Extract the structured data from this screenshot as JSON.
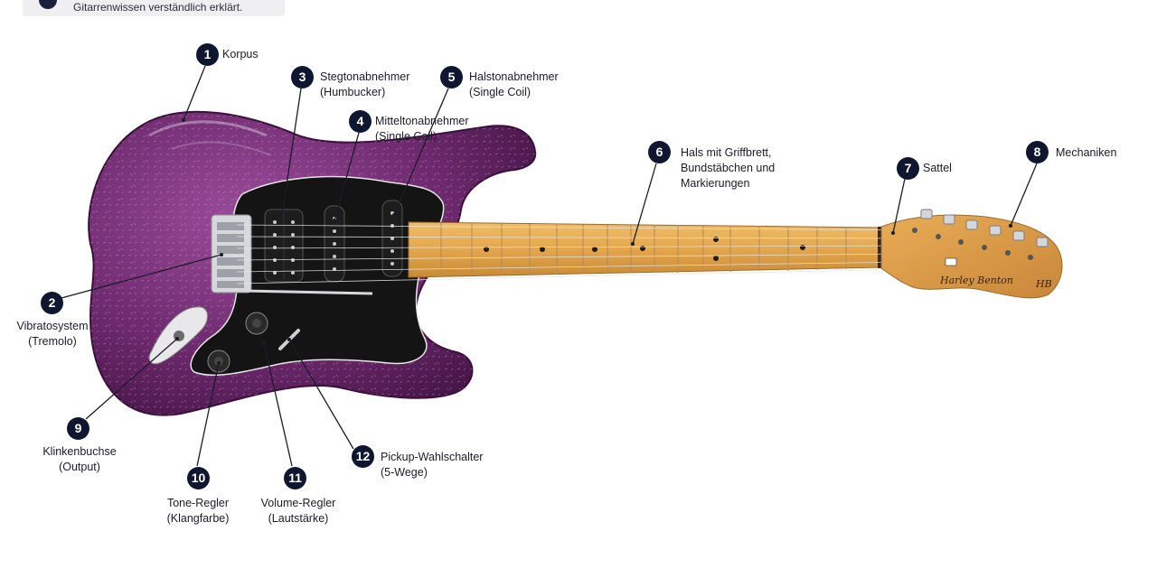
{
  "header": {
    "tagline": "Gitarrenwissen verständlich erklärt."
  },
  "guitar": {
    "headstock_logo": "Harley Benton",
    "headstock_monogram": "HB",
    "body_color": "#6e2a6e",
    "neck_color": "#e3a64d",
    "badge_color": "#0f1630"
  },
  "callouts": [
    {
      "number": "1",
      "line1": "Korpus",
      "line2": ""
    },
    {
      "number": "2",
      "line1": "Vibratosystem",
      "line2": "(Tremolo)"
    },
    {
      "number": "3",
      "line1": "Stegtonabnehmer",
      "line2": "(Humbucker)"
    },
    {
      "number": "4",
      "line1": "Mitteltonabnehmer",
      "line2": "(Single Coil)"
    },
    {
      "number": "5",
      "line1": "Halstonabnehmer",
      "line2": "(Single Coil)"
    },
    {
      "number": "6",
      "line1": "Hals mit Griffbrett,",
      "line2": "Bundstäbchen und",
      "line3": "Markierungen"
    },
    {
      "number": "7",
      "line1": "Sattel",
      "line2": ""
    },
    {
      "number": "8",
      "line1": "Mechaniken",
      "line2": ""
    },
    {
      "number": "9",
      "line1": "Klinkenbuchse",
      "line2": "(Output)"
    },
    {
      "number": "10",
      "line1": "Tone-Regler",
      "line2": "(Klangfarbe)"
    },
    {
      "number": "11",
      "line1": "Volume-Regler",
      "line2": "(Lautstärke)"
    },
    {
      "number": "12",
      "line1": "Pickup-Wahlschalter",
      "line2": "(5-Wege)"
    }
  ]
}
